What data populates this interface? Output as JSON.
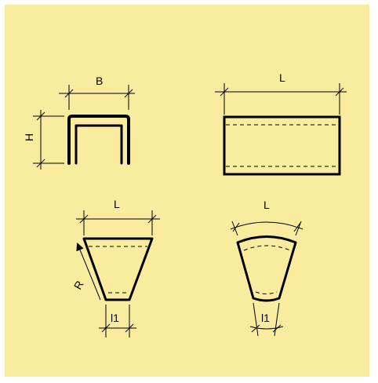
{
  "colors": {
    "panel_background": "#FAEC9F",
    "page_background": "#FFFFFF",
    "line": "#000000"
  },
  "labels": {
    "top_left_width": "B",
    "top_left_height": "H",
    "top_right_length": "L",
    "bottom_left_length": "L",
    "bottom_left_radius": "R",
    "bottom_left_small": "l1",
    "bottom_right_length": "L",
    "bottom_right_small": "l1"
  }
}
